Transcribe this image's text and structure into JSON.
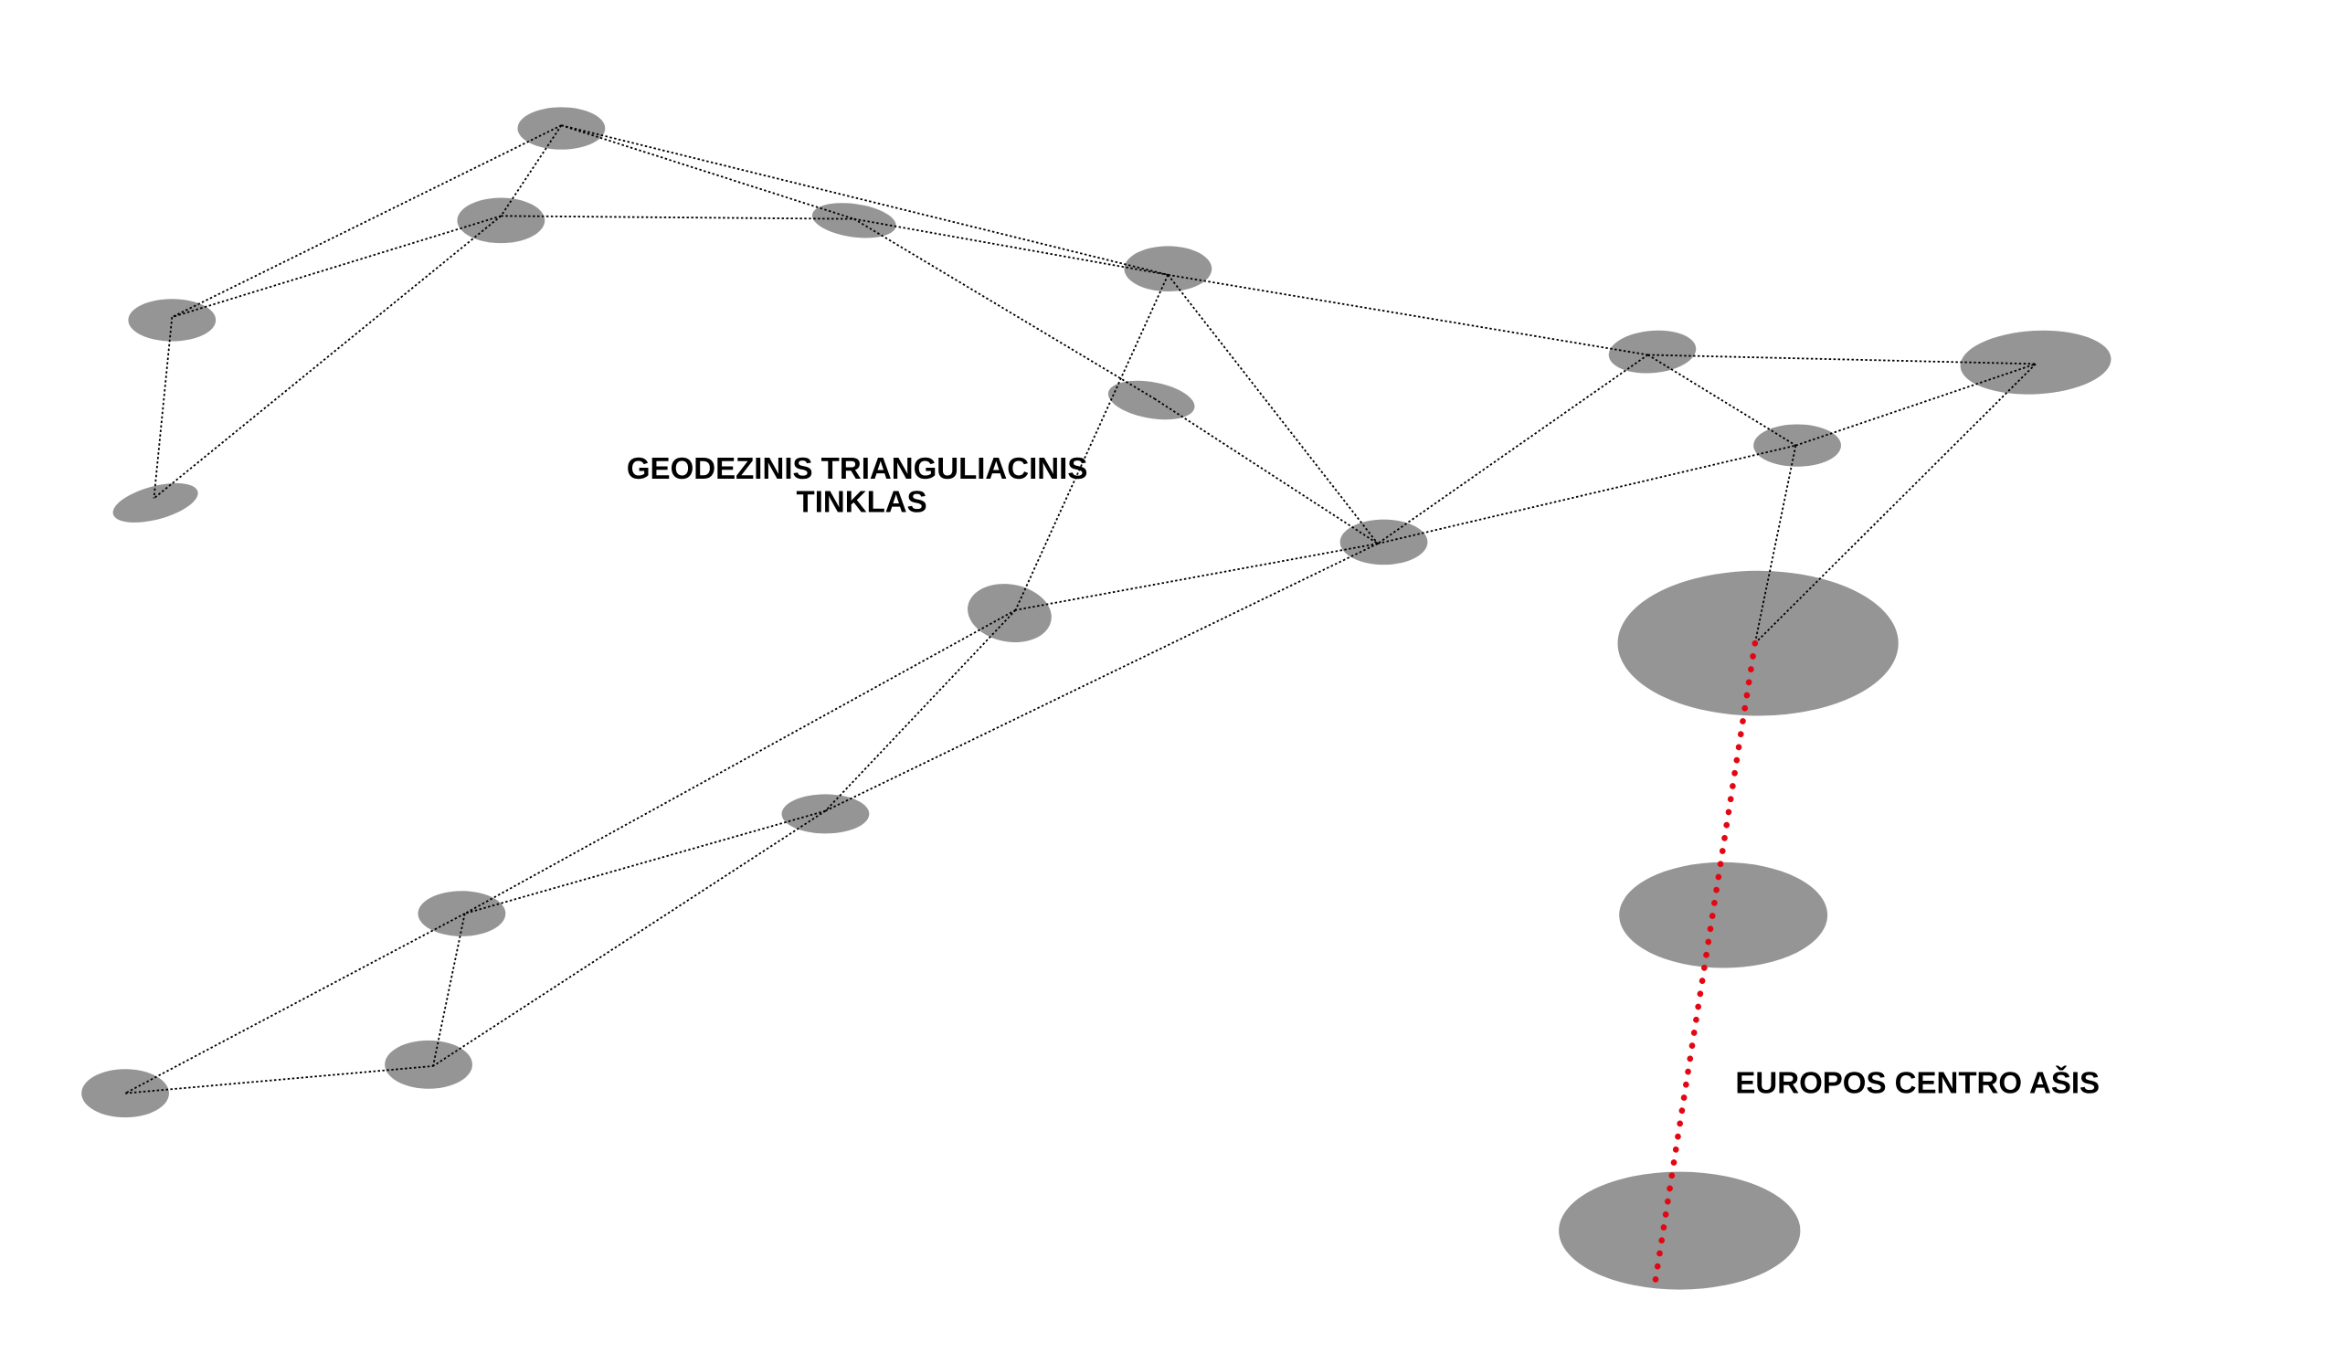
{
  "labels": {
    "network_line1": "GEODEZINIS TRIANGULIACINIS",
    "network_line2": "TINKLAS",
    "axis": "EUROPOS CENTRO AŠIS"
  },
  "colors": {
    "node_fill": "#959595",
    "network_line": "#000000",
    "axis_line": "#e30613",
    "background": "#ffffff"
  }
}
